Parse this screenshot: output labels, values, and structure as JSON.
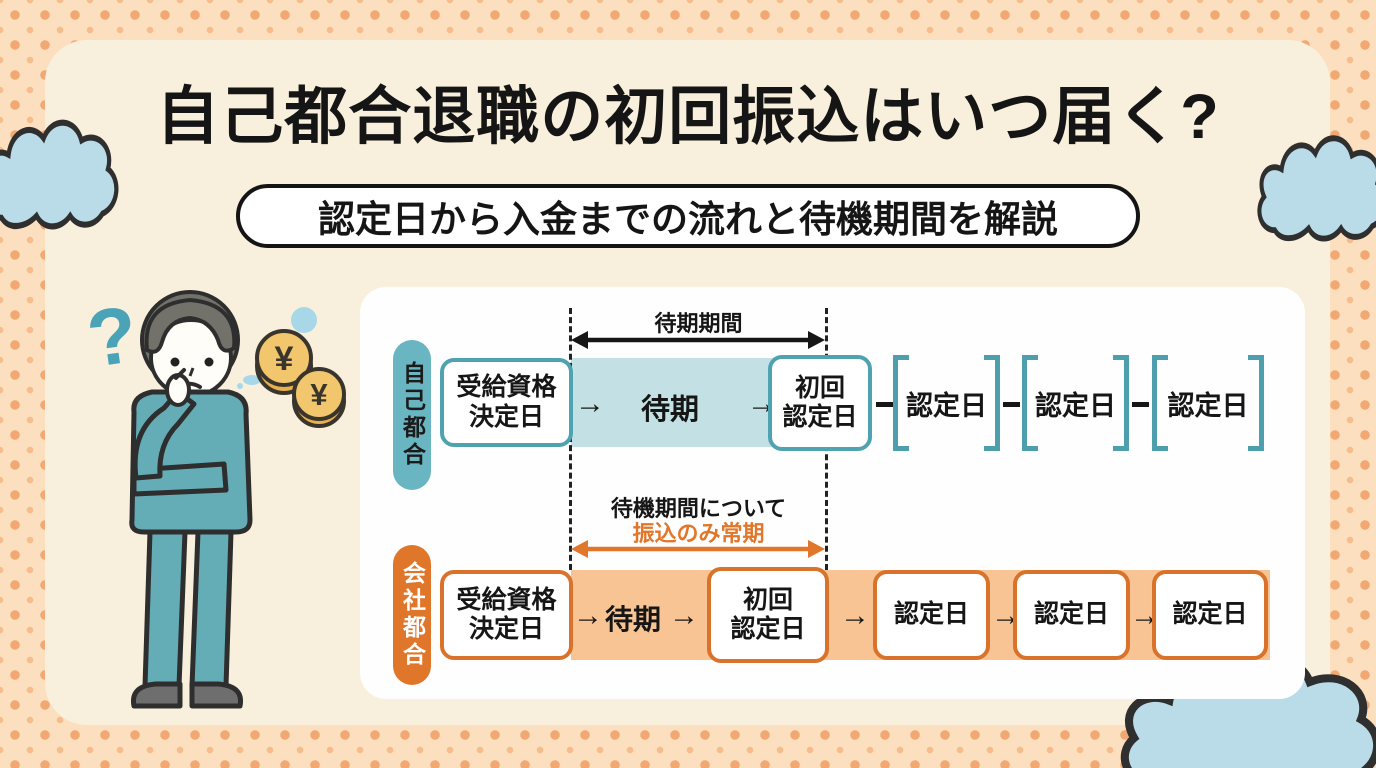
{
  "header": {
    "title": "自己都合退職の初回振込はいつ届く?",
    "subtitle": "認定日から入金までの流れと待機期間を解説"
  },
  "measures": {
    "top_label": "待期期間",
    "mid_line1": "待機期間について",
    "mid_line2": "振込のみ常期"
  },
  "rows": {
    "voluntary": {
      "label": "自己都合",
      "start_l1": "受給資格",
      "start_l2": "決定日",
      "wait": "待期",
      "first_l1": "初回",
      "first_l2": "認定日",
      "recognition": "認定日"
    },
    "company": {
      "label": "会社都合",
      "start_l1": "受給資格",
      "start_l2": "決定日",
      "wait": "待期",
      "first_l1": "初回",
      "first_l2": "認定日",
      "recognition": "認定日"
    }
  },
  "icons": {
    "arrow_right": "→",
    "question_mark": "?",
    "yen": "¥"
  },
  "colors": {
    "teal_pill": "#69B5C1",
    "teal_band": "#C3E1E4",
    "teal_border": "#4FA3B0",
    "teal_bracket": "#4E9FAD",
    "orange_pill": "#E0762A",
    "orange_band": "#F8C493",
    "orange_border": "#D9732C",
    "orange_text": "#E0772B",
    "card_bg": "#F8F0DC",
    "page_bg": "#FBDFBE",
    "dot": "#F2A873",
    "cloud_blue": "#B9DCE8",
    "text_black": "#151515"
  }
}
